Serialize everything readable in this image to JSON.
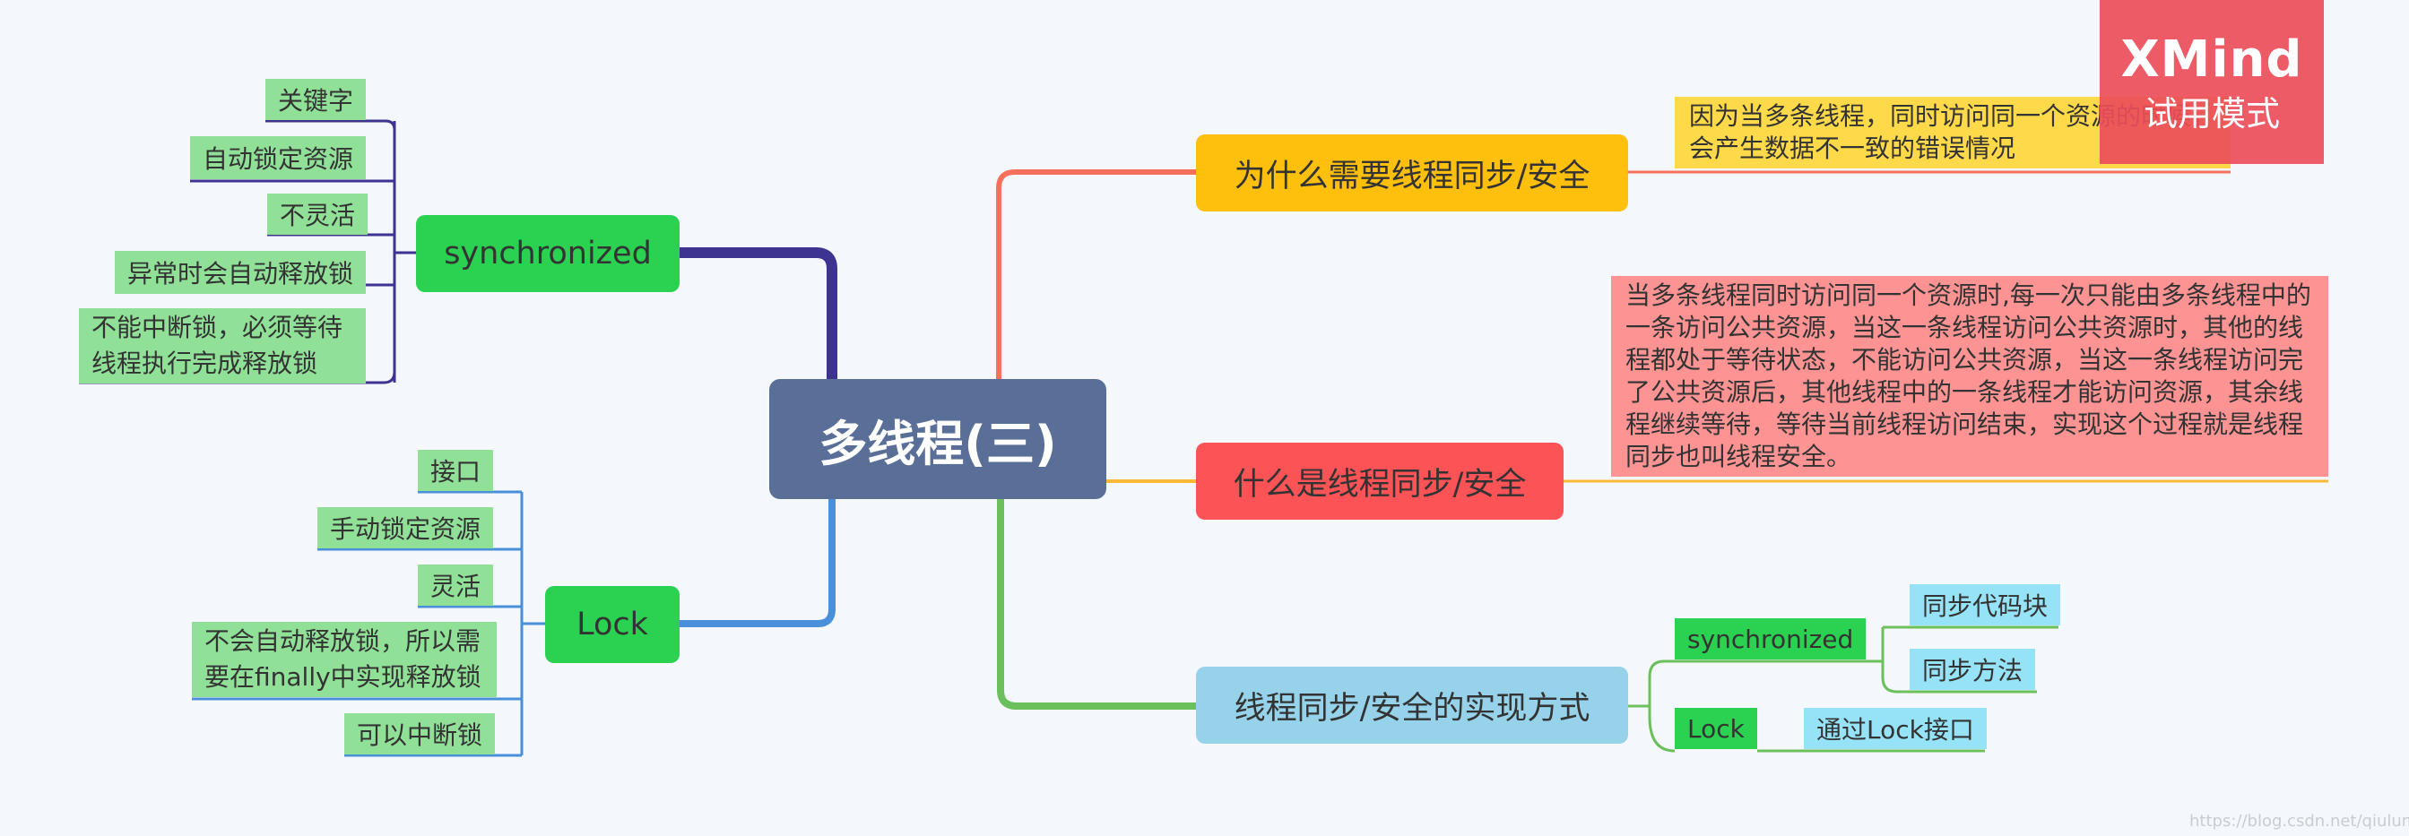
{
  "central": "多线程(三)",
  "left": {
    "synchronized": {
      "label": "synchronized",
      "children": [
        "关键字",
        "自动锁定资源",
        "不灵活",
        "异常时会自动释放锁",
        "不能中断锁，必须等待线程执行完成释放锁"
      ]
    },
    "lock": {
      "label": "Lock",
      "children": [
        "接口",
        "手动锁定资源",
        "灵活",
        "不会自动释放锁，所以需要在finally中实现释放锁",
        "可以中断锁"
      ]
    }
  },
  "right": {
    "why": {
      "label": "为什么需要线程同步/安全",
      "note": "因为当多条线程，同时访问同一个资源的时候，会产生数据不一致的错误情况"
    },
    "what": {
      "label": "什么是线程同步/安全",
      "note": "当多条线程同时访问同一个资源时,每一次只能由多条线程中的一条访问公共资源，当这一条线程访问公共资源时，其他的线程都处于等待状态，不能访问公共资源，当这一条线程访问完了公共资源后，其他线程中的一条线程才能访问资源，其余线程继续等待，等待当前线程访问结束，实现这个过程就是线程同步也叫线程安全。"
    },
    "how": {
      "label": "线程同步/安全的实现方式",
      "synchronized": {
        "label": "synchronized",
        "children": [
          "同步代码块",
          "同步方法"
        ]
      },
      "lock": {
        "label": "Lock",
        "children": [
          "通过Lock接口"
        ]
      }
    }
  },
  "watermark": {
    "title": "XMind",
    "subtitle": "试用模式"
  },
  "source_url": "https://blog.csdn.net/qiulumingzi",
  "colors": {
    "central": "#5a6f98",
    "sync_branch_line": "#3d3391",
    "lock_branch_line": "#4a8fd9",
    "why_line": "#f7705c",
    "what_line": "#fbb93a",
    "how_line": "#6cc05b"
  }
}
